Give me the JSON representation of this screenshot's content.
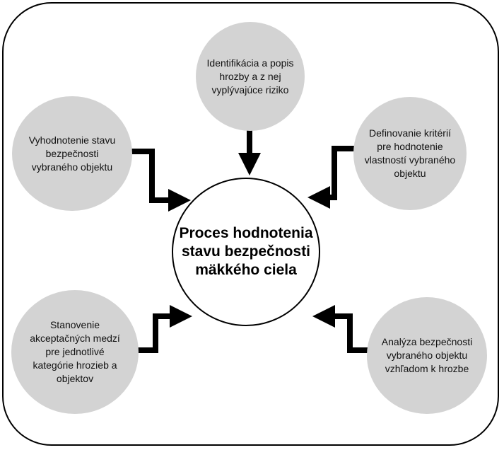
{
  "center": {
    "label": "Proces hodnotenia\nstavu bezpečnosti\nmäkkého ciela"
  },
  "nodes": {
    "top": "Identifikácia a popis\nhrozby a z nej\nvyplývajúce riziko",
    "upper_left": "Vyhodnotenie stavu\nbezpečnosti\nvybraného objektu",
    "upper_right": "Definovanie kritérií\npre hodnotenie\nvlastností vybraného\nobjektu",
    "lower_left": "Stanovenie\nakceptačných medzí\npre jednotlivé\nkategórie hrozieb a\nobjektov",
    "lower_right": "Analýza bezpečnosti\nvybraného objektu\nvzhľadom k hrozbe"
  },
  "colors": {
    "node_fill": "#d3d3d3",
    "center_fill": "#ffffff",
    "arrow": "#000000",
    "frame": "#000000"
  }
}
